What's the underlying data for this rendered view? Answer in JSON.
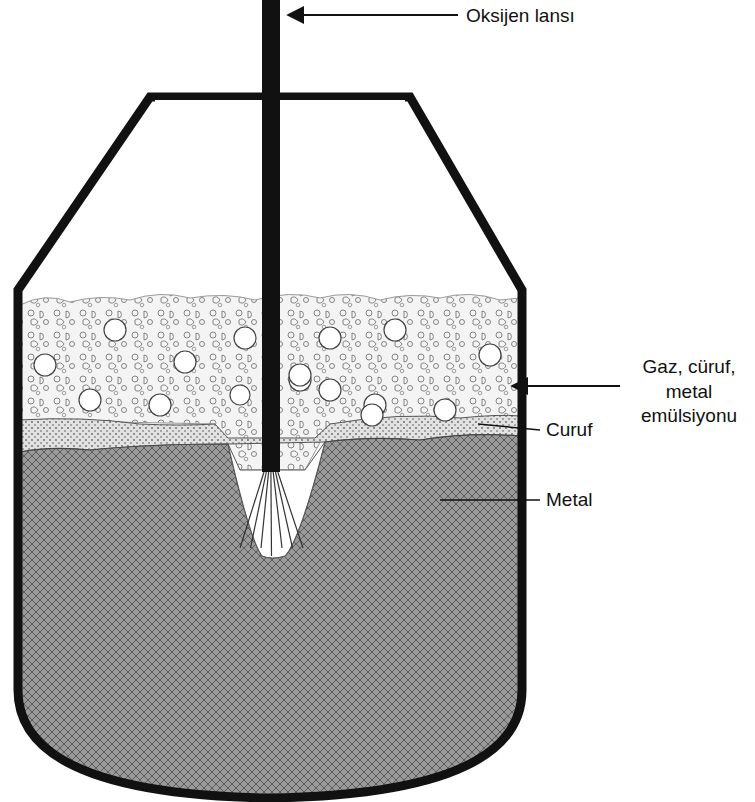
{
  "diagram": {
    "labels": [
      "Oksijen lansı",
      "Gaz, cüruf, metal emülsiyonu",
      "Curuf",
      "Metal"
    ]
  }
}
